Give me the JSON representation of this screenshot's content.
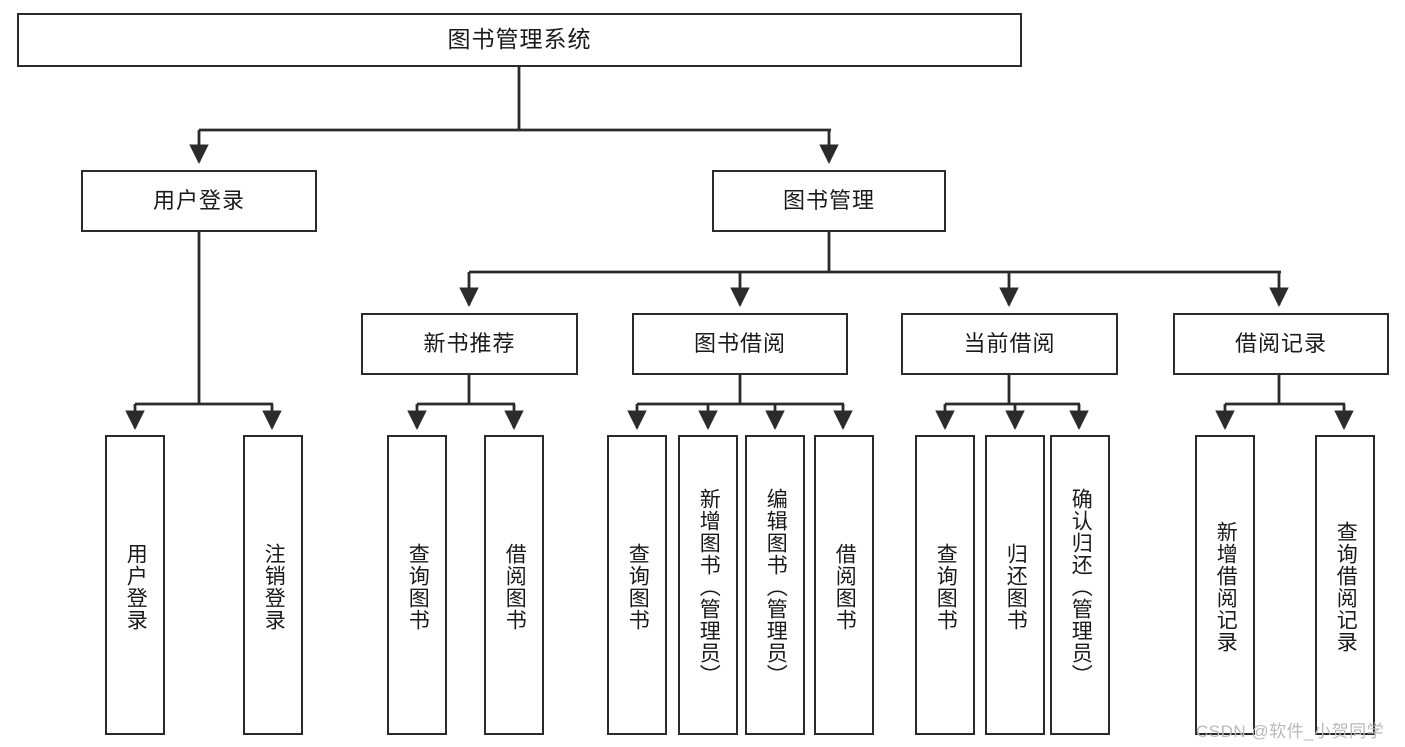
{
  "diagram": {
    "title": "图书管理系统",
    "type": "tree",
    "watermark": "CSDN @软件_小贺同学",
    "colors": {
      "border": "#2b2b2b",
      "background": "#ffffff",
      "text": "#1a1a1a",
      "edge": "#2b2b2b",
      "watermark": "#b9b9b9"
    },
    "nodes": {
      "root": {
        "label": "图书管理系统"
      },
      "level2": [
        {
          "label": "用户登录"
        },
        {
          "label": "图书管理"
        }
      ],
      "level3": [
        {
          "label": "新书推荐"
        },
        {
          "label": "图书借阅"
        },
        {
          "label": "当前借阅"
        },
        {
          "label": "借阅记录"
        }
      ],
      "leaves_user_login": [
        {
          "label": "用户登录"
        },
        {
          "label": "注销登录"
        }
      ],
      "leaves_new_book": [
        {
          "label": "查询图书"
        },
        {
          "label": "借阅图书"
        }
      ],
      "leaves_borrow": [
        {
          "label": "查询图书"
        },
        {
          "label": "新增图书（管理员）"
        },
        {
          "label": "编辑图书（管理员）"
        },
        {
          "label": "借阅图书"
        }
      ],
      "leaves_current": [
        {
          "label": "查询图书"
        },
        {
          "label": "归还图书"
        },
        {
          "label": "确认归还（管理员）"
        }
      ],
      "leaves_records": [
        {
          "label": "新增借阅记录"
        },
        {
          "label": "查询借阅记录"
        }
      ]
    }
  }
}
